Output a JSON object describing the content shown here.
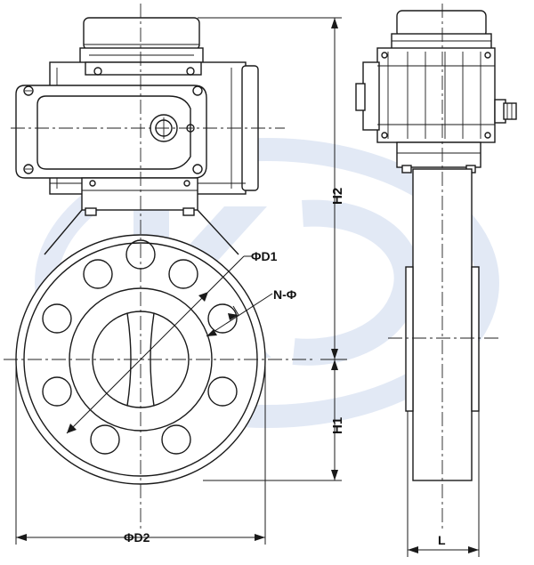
{
  "labels": {
    "d1": "ΦD1",
    "n_phi": "N-Φ",
    "h2": "H2",
    "h1": "H1",
    "d2": "ΦD2",
    "l": "L"
  },
  "watermark": {
    "icon": "k-logo-watermark-icon",
    "color": "#2b5fb8"
  },
  "colors": {
    "line": "#1a1a1a",
    "background": "#ffffff"
  }
}
